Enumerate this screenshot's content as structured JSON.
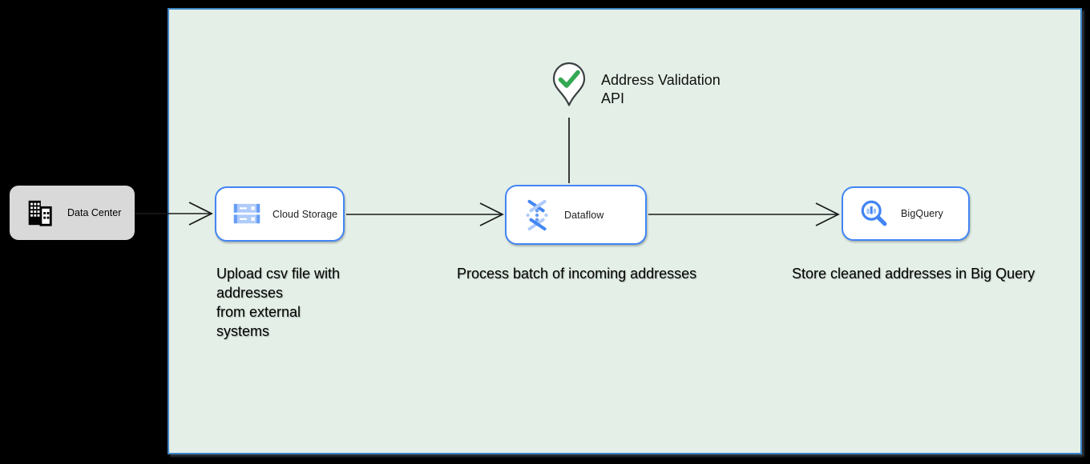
{
  "canvas": {
    "background": "#000000"
  },
  "boundary": {
    "fill": "#e3efe7",
    "border_color": "#3d85c6"
  },
  "external_node": {
    "label": "Data Center",
    "icon": "building-icon",
    "fill": "#d9d9d9"
  },
  "nodes": [
    {
      "id": "cloud-storage",
      "label": "Cloud Storage",
      "icon": "cloud-storage-icon",
      "caption": "Upload csv file with\naddresses\nfrom external\nsystems"
    },
    {
      "id": "dataflow",
      "label": "Dataflow",
      "icon": "dataflow-icon",
      "caption": "Process batch of incoming addresses"
    },
    {
      "id": "bigquery",
      "label": "BigQuery",
      "icon": "bigquery-icon",
      "caption": "Store cleaned addresses in Big Query"
    }
  ],
  "annotation": {
    "label": "Address Validation\nAPI",
    "icon": "map-pin-check-icon",
    "check_color": "#34a853"
  },
  "colors": {
    "node_border": "#4285f4",
    "icon_blue": "#4285f4",
    "icon_light_blue": "#aecbfa",
    "icon_mid_blue": "#669df6",
    "arrow": "#1a1a1a",
    "pin_outline": "#3c4043"
  }
}
